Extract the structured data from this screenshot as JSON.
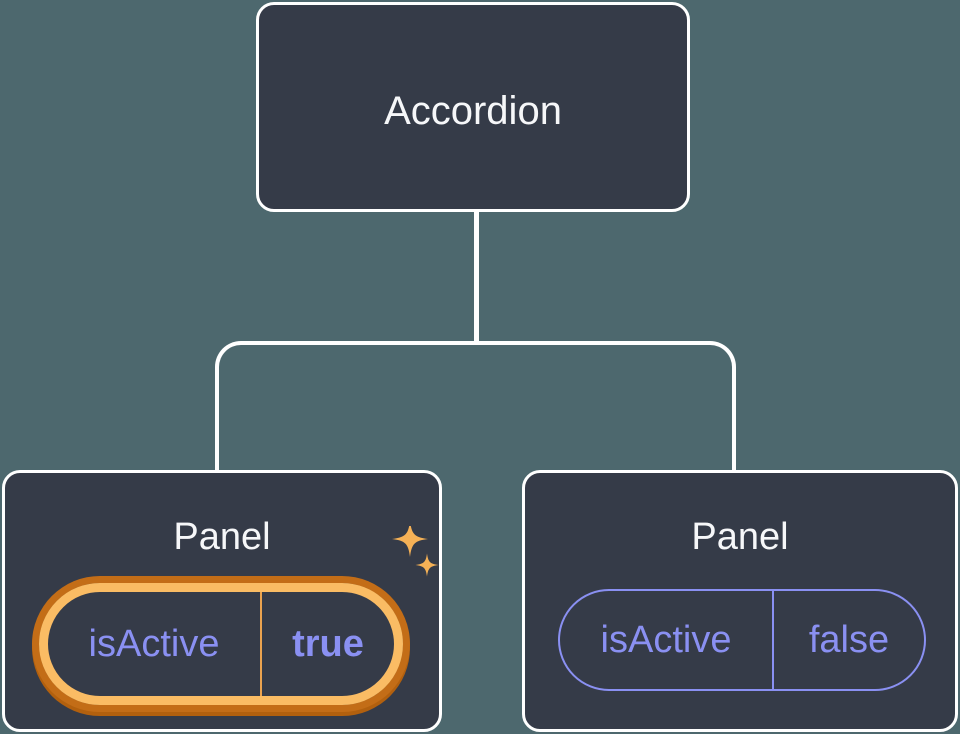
{
  "diagram": {
    "root": {
      "label": "Accordion"
    },
    "panels": [
      {
        "label": "Panel",
        "prop_name": "isActive",
        "prop_value": "true",
        "highlighted": true
      },
      {
        "label": "Panel",
        "prop_name": "isActive",
        "prop_value": "false",
        "highlighted": false
      }
    ]
  },
  "colors": {
    "background": "#4d686e",
    "node_fill": "#353b48",
    "node_border": "#ffffff",
    "label_text": "#f6f7f9",
    "state_text": "#8a90f2",
    "state_border": "#8a90f2",
    "highlight_gold": "#fabc64",
    "highlight_dark_orange": "#c36d17",
    "highlight_divider": "#eba34f",
    "sparkle": "#f5b156",
    "connector": "#ffffff"
  }
}
